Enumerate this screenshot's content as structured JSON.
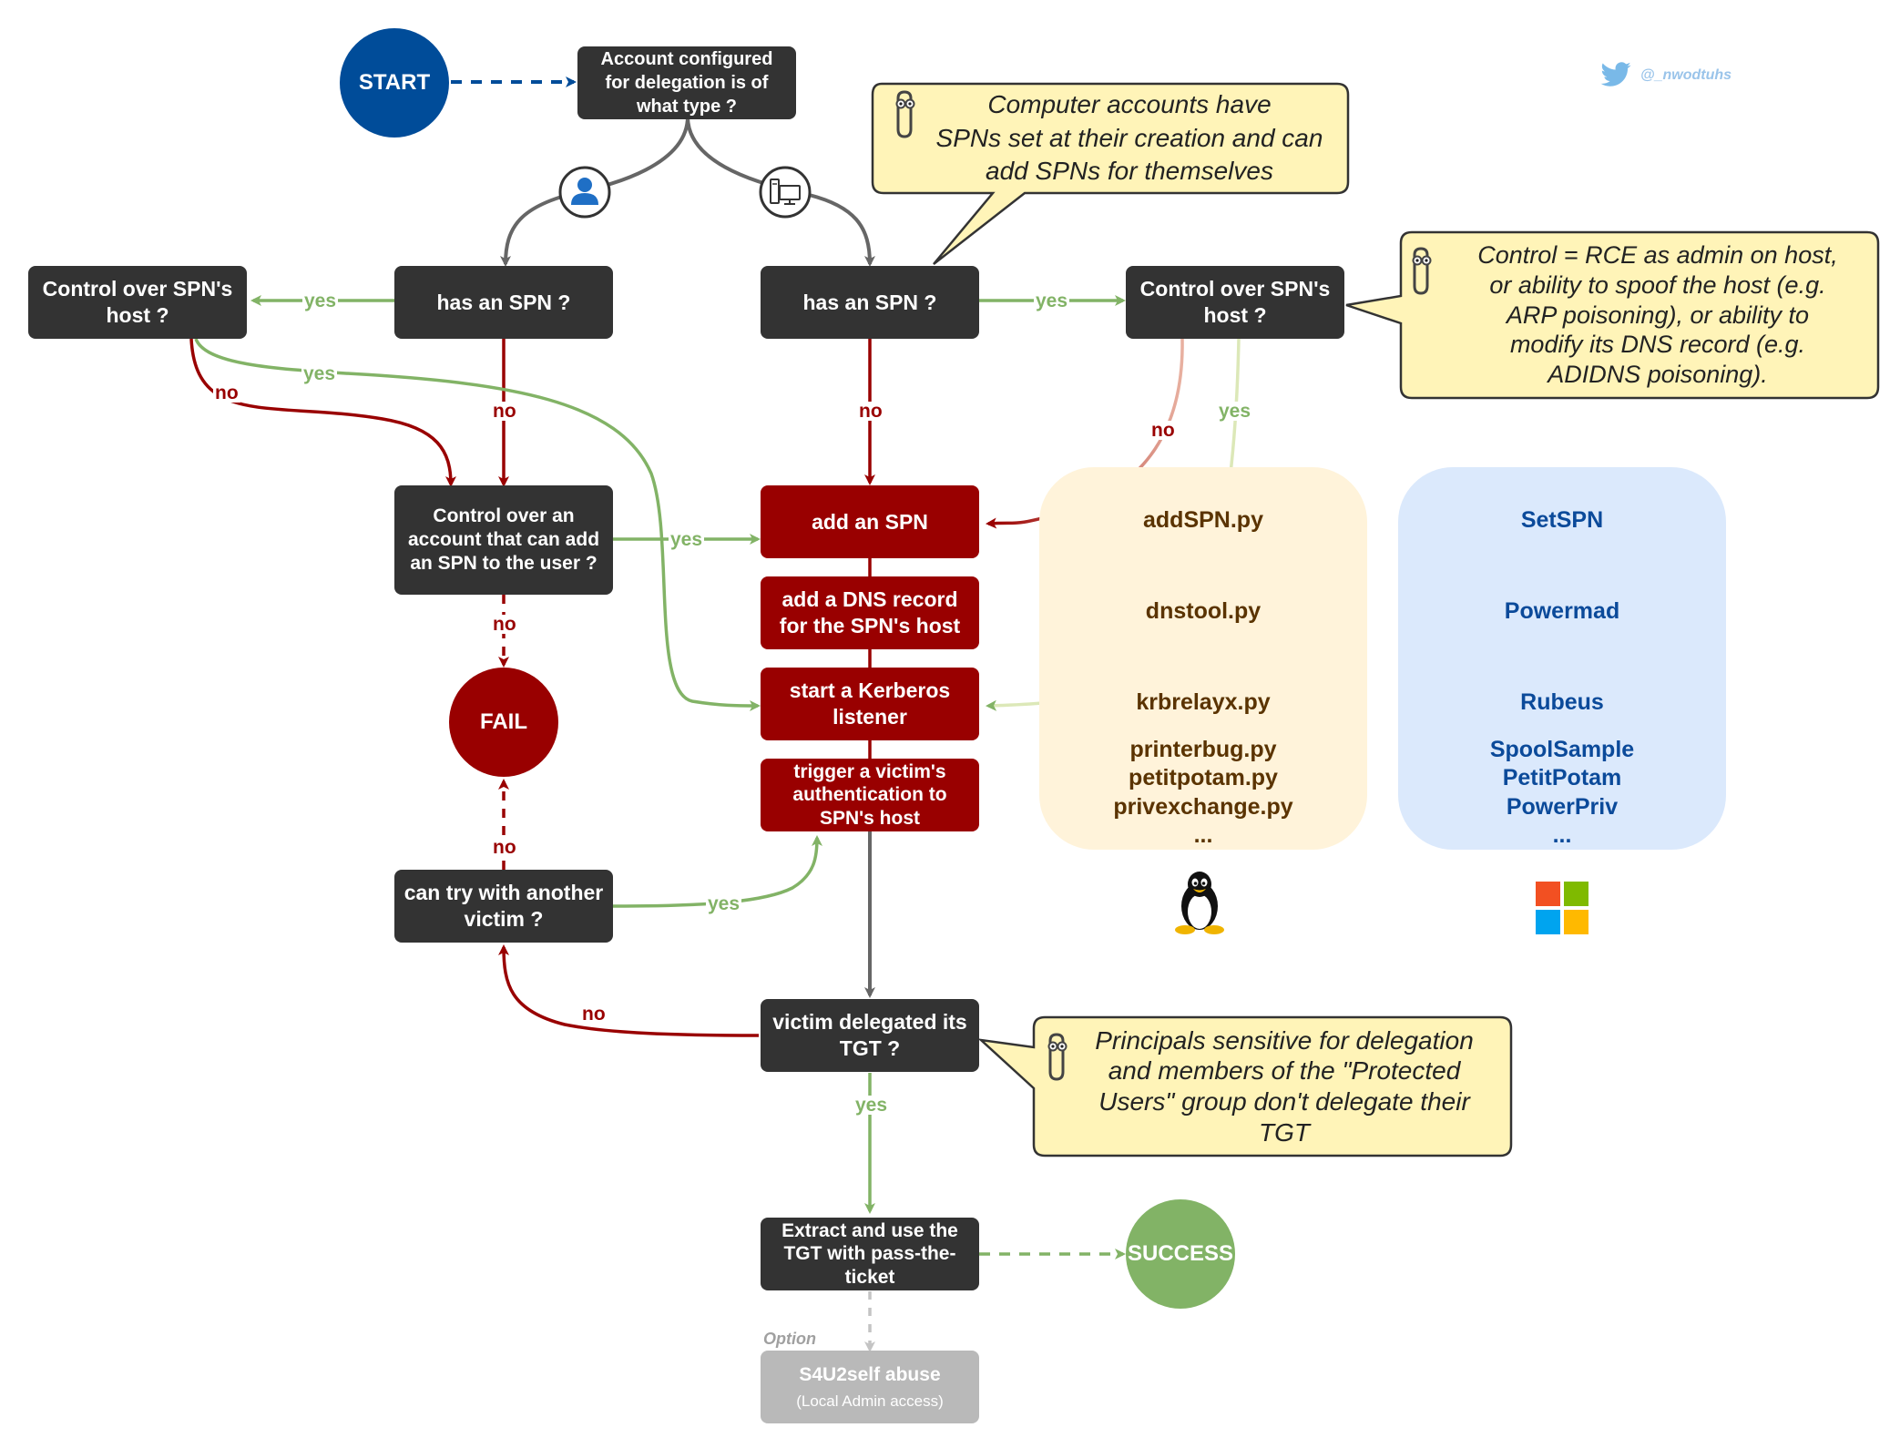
{
  "start": "START",
  "fail": "FAIL",
  "success": "SUCCESS",
  "twitter_handle": "@_nwodtuhs",
  "nodes": {
    "account_type": "Account configured\nfor delegation is of\nwhat type ?",
    "user_has_spn": "has an SPN ?",
    "computer_has_spn": "has an SPN ?",
    "left_control_spn_host": "Control over SPN's\nhost ?",
    "right_control_spn_host": "Control over SPN's\nhost ?",
    "control_account_add_spn": "Control over an\naccount that can add\nan SPN to the user ?",
    "add_spn": "add an SPN",
    "add_dns": "add a DNS record\nfor the SPN's host",
    "kerberos_listener": "start a Kerberos\nlistener",
    "trigger_auth": "trigger a victim's\nauthentication to\nSPN's host",
    "another_victim": "can try with another\nvictim ?",
    "victim_delegated": "victim delegated its\nTGT ?",
    "extract_tgt": "Extract and use the\nTGT with pass-the-\nticket",
    "s4u_title": "S4U2self abuse",
    "s4u_sub": "(Local Admin access)",
    "option": "Option"
  },
  "notes": {
    "computer_spn": "Computer accounts have\nSPNs set at their creation and can\nadd SPNs for themselves",
    "control": "Control = RCE as admin on host,\nor ability to spoof the host (e.g.\nARP poisoning), or ability to\nmodify its DNS record (e.g.\nADIDNS poisoning).",
    "sensitive": "Principals sensitive for delegation\nand members of the \"Protected\nUsers\" group don't delegate their\nTGT"
  },
  "edge_labels": {
    "yes": "yes",
    "no": "no"
  },
  "tools": {
    "linux": {
      "add_spn": "addSPN.py",
      "dns": "dnstool.py",
      "listener": "krbrelayx.py",
      "trigger": "printerbug.py\npetitpotam.py\nprivexchange.py\n..."
    },
    "windows": {
      "add_spn": "SetSPN",
      "dns": "Powermad",
      "listener": "Rubeus",
      "trigger": "SpoolSample\nPetitPotam\nPowerPriv\n..."
    }
  },
  "colors": {
    "start": "#004c99",
    "fail": "#990000",
    "success": "#82b366",
    "dark_node": "#333333",
    "red_node": "#990000",
    "yes_edge": "#82b366",
    "no_edge": "#990000",
    "neutral_edge": "#666666",
    "note_fill": "#fff4b8",
    "linux_panel": "#fff3da",
    "windows_panel": "#dbe9fc"
  },
  "icons": [
    "user-icon",
    "computer-icon",
    "clippy-icon",
    "twitter-icon",
    "linux-penguin-icon",
    "windows-logo-icon"
  ]
}
